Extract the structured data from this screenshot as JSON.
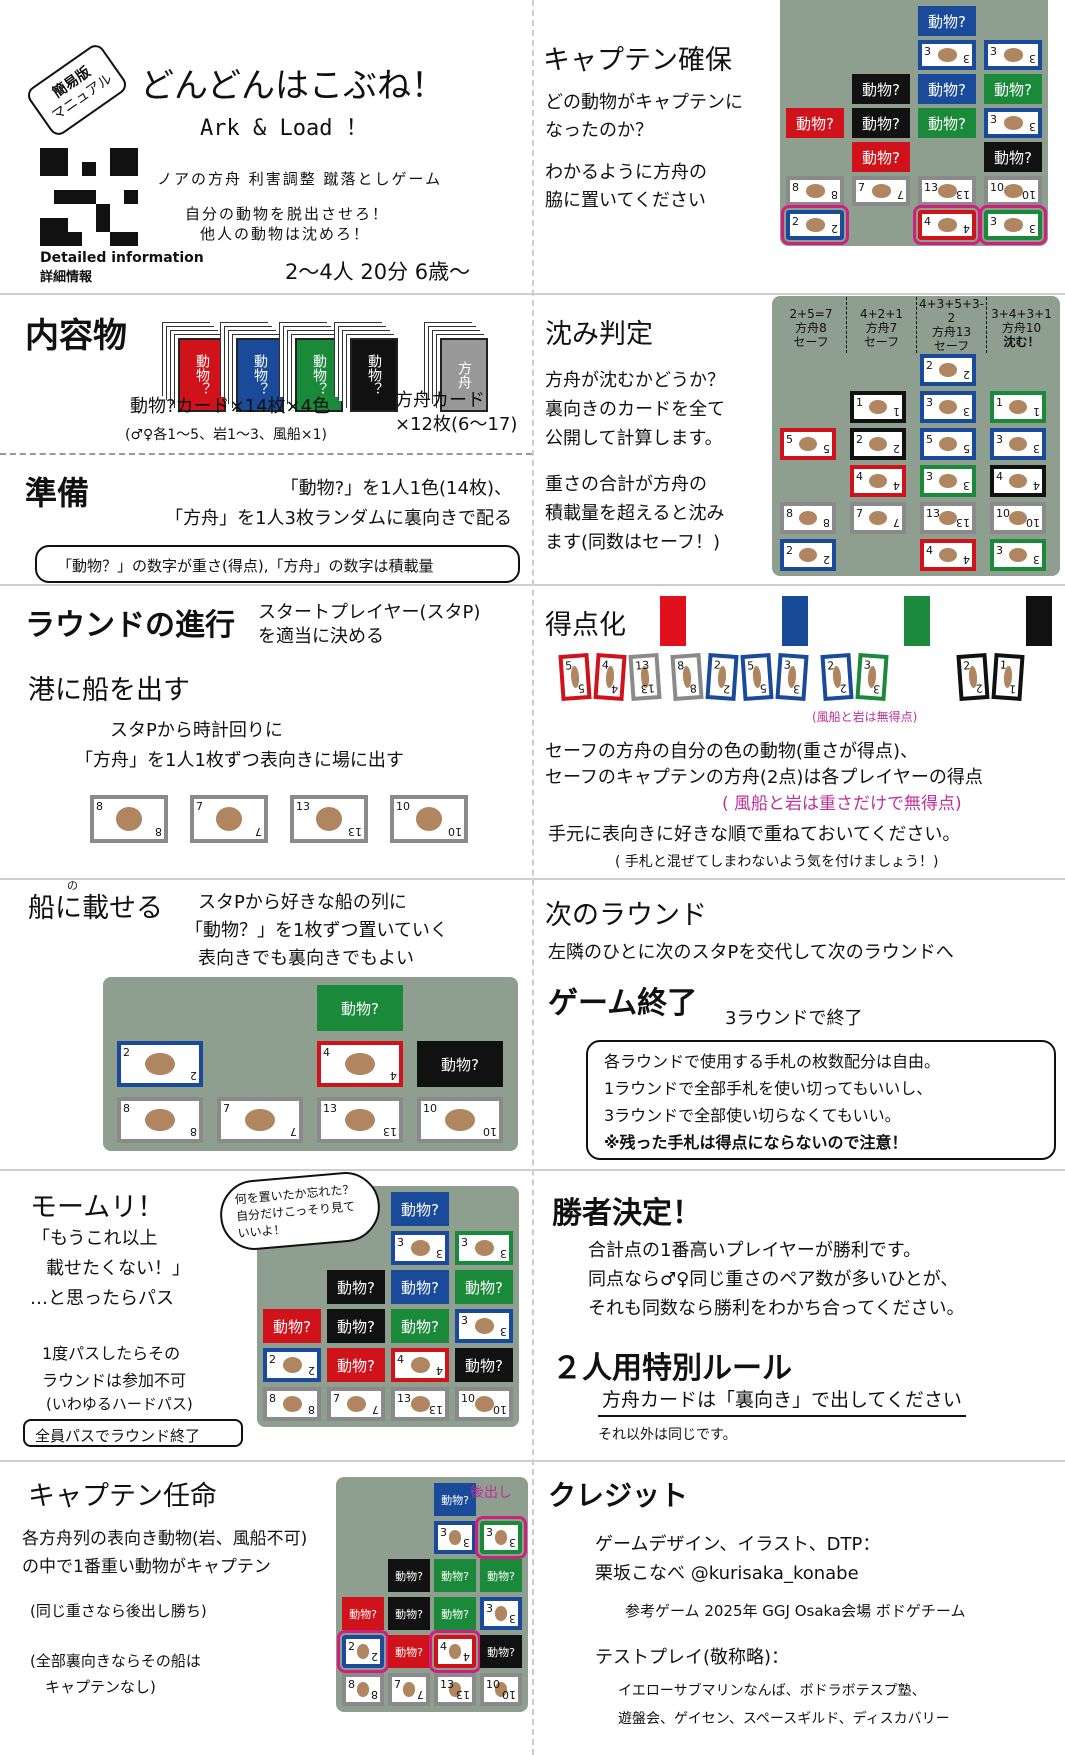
{
  "header": {
    "sticker": [
      "簡易版",
      "マニュアル"
    ],
    "title": "どんどんはこぶね！",
    "subtitle": "Ark & Load ！",
    "tagline": "ノアの方舟 利害調整 蹴落としゲーム",
    "slogan1": "自分の動物を脱出させろ！",
    "slogan2": "他人の動物は沈めろ！",
    "qr_label_en": "Detailed information",
    "qr_label_ja": "詳細情報",
    "players": "2〜4人 20分 6歳〜"
  },
  "contents": {
    "heading": "内容物",
    "deck_label": "動物？",
    "ark_label": "方舟",
    "animal_caption": "動物?カード×14枚×4色",
    "animal_note": "(♂♀各1〜5、岩1〜3、風船×1)",
    "ark_caption1": "方舟カード",
    "ark_caption2": "×12枚(6〜17)"
  },
  "setup": {
    "heading": "準備",
    "line1": "「動物?」を1人1色(14枚)、",
    "line2": "「方舟」を1人3枚ランダムに裏向きで配る",
    "note": "「動物？」の数字が重さ(得点),「方舟」の数字は積載量"
  },
  "round": {
    "heading": "ラウンドの進行",
    "intro1": "スタートプレイヤー(スタP)",
    "intro2": "を適当に決める",
    "sub": "港に船を出す",
    "line1": "スタPから時計回りに",
    "line2": "「方舟」を1人1枚ずつ表向きに場に出す",
    "cards": [
      {
        "c": "gray",
        "n": "8"
      },
      {
        "c": "gray",
        "n": "7"
      },
      {
        "c": "gray",
        "n": "13"
      },
      {
        "c": "gray",
        "n": "10"
      }
    ]
  },
  "load": {
    "heading": "船に載せる",
    "ruby": "の",
    "line1": "スタPから好きな船の列に",
    "line2": "「動物？」を1枚ずつ置いていく",
    "line3": "表向きでも裏向きでもよい",
    "board": [
      [
        null,
        null,
        {
          "c": "green",
          "t": "動物?"
        },
        null
      ],
      [
        {
          "c": "blue",
          "n": "2"
        },
        null,
        {
          "c": "red",
          "n": "4"
        },
        {
          "c": "black",
          "t": "動物?"
        }
      ],
      [
        {
          "c": "gray",
          "n": "8"
        },
        {
          "c": "gray",
          "n": "7"
        },
        {
          "c": "gray",
          "n": "13"
        },
        {
          "c": "gray",
          "n": "10"
        }
      ]
    ]
  },
  "pass": {
    "heading": "モームリ！",
    "quote1": "「もうこれ以上",
    "quote2": "載せたくない！」",
    "then": "…と思ったらパス",
    "rule1": "1度パスしたらその",
    "rule2": "ラウンドは参加不可",
    "rule3": "(いわゆるハードパス)",
    "end": "全員パスでラウンド終了",
    "bubble": [
      "何を置いたか忘れた？",
      "自分だけこっそり見て",
      "いいよ！"
    ],
    "board": [
      [
        null,
        null,
        {
          "c": "blue",
          "t": "動物?"
        },
        null
      ],
      [
        null,
        null,
        {
          "c": "blue",
          "n": "3"
        },
        {
          "c": "green",
          "n": "3"
        }
      ],
      [
        null,
        {
          "c": "black",
          "t": "動物?"
        },
        {
          "c": "blue",
          "t": "動物?"
        },
        {
          "c": "green",
          "t": "動物?"
        }
      ],
      [
        {
          "c": "red",
          "t": "動物?"
        },
        {
          "c": "black",
          "t": "動物?"
        },
        {
          "c": "green",
          "t": "動物?"
        },
        {
          "c": "blue",
          "n": "3"
        }
      ],
      [
        {
          "c": "blue",
          "n": "2"
        },
        {
          "c": "red",
          "t": "動物?"
        },
        {
          "c": "red",
          "n": "4"
        },
        {
          "c": "black",
          "t": "動物?"
        }
      ],
      [
        {
          "c": "gray",
          "n": "8"
        },
        {
          "c": "gray",
          "n": "7"
        },
        {
          "c": "gray",
          "n": "13"
        },
        {
          "c": "gray",
          "n": "10"
        }
      ]
    ]
  },
  "appoint": {
    "heading": "キャプテン任命",
    "line1": "各方舟列の表向き動物(岩、風船不可)",
    "line2": "の中で1番重い動物がキャプテン",
    "note1": "(同じ重さなら後出し勝ち)",
    "note2": "(全部裏向きならその船は",
    "note3": "キャプテンなし)",
    "later": "後出し",
    "board": [
      [
        null,
        null,
        {
          "c": "blue",
          "t": "動物?"
        },
        null
      ],
      [
        null,
        null,
        {
          "c": "blue",
          "n": "3"
        },
        {
          "c": "green",
          "n": "3",
          "o": 1
        }
      ],
      [
        null,
        {
          "c": "black",
          "t": "動物?"
        },
        {
          "c": "green",
          "t": "動物?"
        },
        {
          "c": "green",
          "t": "動物?"
        }
      ],
      [
        {
          "c": "red",
          "t": "動物?"
        },
        {
          "c": "black",
          "t": "動物?"
        },
        {
          "c": "green",
          "t": "動物?"
        },
        {
          "c": "blue",
          "n": "3"
        }
      ],
      [
        {
          "c": "blue",
          "n": "2",
          "o": 1
        },
        {
          "c": "red",
          "t": "動物?"
        },
        {
          "c": "red",
          "n": "4",
          "o": 1
        },
        {
          "c": "black",
          "t": "動物?"
        }
      ],
      [
        {
          "c": "gray",
          "n": "8"
        },
        {
          "c": "gray",
          "n": "7"
        },
        {
          "c": "gray",
          "n": "13"
        },
        {
          "c": "gray",
          "n": "10"
        }
      ]
    ]
  },
  "captain": {
    "heading": "キャプテン確保",
    "line1": "どの動物がキャプテンに",
    "line2": "なったのか？",
    "line3": "わかるように方舟の",
    "line4": "脇に置いてください",
    "board": [
      [
        null,
        null,
        {
          "c": "blue",
          "t": "動物?"
        },
        null
      ],
      [
        null,
        null,
        {
          "c": "blue",
          "n": "3"
        },
        {
          "c": "blue",
          "n": "3"
        }
      ],
      [
        null,
        {
          "c": "black",
          "t": "動物?"
        },
        {
          "c": "blue",
          "t": "動物?"
        },
        {
          "c": "green",
          "t": "動物?"
        }
      ],
      [
        {
          "c": "red",
          "t": "動物?"
        },
        {
          "c": "black",
          "t": "動物?"
        },
        {
          "c": "green",
          "t": "動物?"
        },
        {
          "c": "blue",
          "n": "3"
        }
      ],
      [
        null,
        {
          "c": "red",
          "t": "動物?"
        },
        null,
        {
          "c": "black",
          "t": "動物?"
        }
      ],
      [
        {
          "c": "gray",
          "n": "8"
        },
        {
          "c": "gray",
          "n": "7"
        },
        {
          "c": "gray",
          "n": "13"
        },
        {
          "c": "gray",
          "n": "10"
        }
      ],
      [
        {
          "c": "blue",
          "n": "2",
          "o": 1
        },
        null,
        {
          "c": "red",
          "n": "4",
          "o": 1
        },
        {
          "c": "green",
          "n": "3",
          "o": 1
        }
      ]
    ]
  },
  "sink": {
    "heading": "沈み判定",
    "line1": "方舟が沈むかどうか？",
    "line2": "裏向きのカードを全て",
    "line3": "公開して計算します。",
    "line4": "重さの合計が方舟の",
    "line5": "積載量を超えると沈み",
    "line6": "ます(同数はセーフ！)",
    "labels": [
      [
        "2+5=7",
        "方舟8",
        "セーフ"
      ],
      [
        "4+2+1",
        "方舟7",
        "セーフ"
      ],
      [
        "4+3+5+3-2",
        "方舟13",
        "セーフ"
      ],
      [
        "3+4+3+1",
        "方舟10",
        "沈む！"
      ]
    ],
    "board": [
      [
        null,
        null,
        {
          "c": "blue",
          "n": "2"
        },
        null
      ],
      [
        null,
        {
          "c": "black",
          "n": "1"
        },
        {
          "c": "blue",
          "n": "3"
        },
        {
          "c": "green",
          "n": "1"
        }
      ],
      [
        {
          "c": "red",
          "n": "5"
        },
        {
          "c": "black",
          "n": "2"
        },
        {
          "c": "blue",
          "n": "5"
        },
        {
          "c": "blue",
          "n": "3"
        }
      ],
      [
        null,
        {
          "c": "red",
          "n": "4"
        },
        {
          "c": "green",
          "n": "3"
        },
        {
          "c": "black",
          "n": "4"
        }
      ],
      [
        {
          "c": "gray",
          "n": "8"
        },
        {
          "c": "gray",
          "n": "7"
        },
        {
          "c": "gray",
          "n": "13"
        },
        {
          "c": "gray",
          "n": "10"
        }
      ],
      [
        {
          "c": "blue",
          "n": "2"
        },
        null,
        {
          "c": "red",
          "n": "4"
        },
        {
          "c": "green",
          "n": "3"
        }
      ]
    ]
  },
  "score": {
    "heading": "得点化",
    "players": [
      "#e0101c",
      "#174a98",
      "#1b8a3c",
      "#111111"
    ],
    "hands": [
      [
        {
          "c": "red",
          "n": "5"
        },
        {
          "c": "red",
          "n": "4"
        },
        {
          "c": "gray",
          "n": "13"
        }
      ],
      [
        {
          "c": "gray",
          "n": "8"
        },
        {
          "c": "blue",
          "n": "2"
        },
        {
          "c": "blue",
          "n": "5"
        },
        {
          "c": "blue",
          "n": "3"
        }
      ],
      [
        {
          "c": "blue",
          "n": "2"
        },
        {
          "c": "green",
          "n": "3"
        }
      ],
      [
        {
          "c": "black",
          "n": "2"
        },
        {
          "c": "black",
          "n": "1"
        }
      ]
    ],
    "nopoint_small": "(風船と岩は無得点)",
    "line1": "セーフの方舟の自分の色の動物(重さが得点)、",
    "line2": "セーフのキャプテンの方舟(2点)は各プレイヤーの得点",
    "line3": "( 風船と岩は重さだけで無得点)",
    "line4": "手元に表向きに好きな順で重ねておいてください。",
    "line5": "( 手札と混ぜてしまわないよう気を付けましょう！)"
  },
  "next": {
    "heading": "次のラウンド",
    "line1": "左隣のひとに次のスタPを交代して次のラウンドへ",
    "end_heading": "ゲーム終了",
    "end_sub": "3ラウンドで終了",
    "box1": "各ラウンドで使用する手札の枚数配分は自由。",
    "box2": "1ラウンドで全部手札を使い切ってもいいし、",
    "box3": "3ラウンドで全部使い切らなくてもいい。",
    "box4": "※残った手札は得点にならないので注意！"
  },
  "winner": {
    "heading": "勝者決定！",
    "line1": "合計点の1番高いプレイヤーが勝利です。",
    "line2": "同点なら♂♀同じ重さのペア数が多いひとが、",
    "line3": "それも同数なら勝利をわかち合ってください。",
    "two_heading": "２人用特別ルール",
    "two_line1": "方舟カードは「裏向き」で出してください",
    "two_line2": "それ以外は同じです。"
  },
  "credits": {
    "heading": "クレジット",
    "role": "ゲームデザイン、イラスト、DTP：",
    "author": "栗坂こなべ @kurisaka_konabe",
    "ref": "参考ゲーム 2025年 GGJ Osaka会場 ボドゲチーム",
    "test_label": "テストプレイ(敬称略)：",
    "testers1": "イエローサブマリンなんば、ボドラボテスプ塾、",
    "testers2": "遊盤会、ゲイセン、スペースギルド、ディスカバリー"
  },
  "colors": {
    "red": "#d0121b",
    "blue": "#1a4a9a",
    "green": "#1a8a3a",
    "black": "#111111",
    "gray": "#8a8a8a",
    "pink": "#d0207e",
    "board": "#8e9e8f"
  }
}
